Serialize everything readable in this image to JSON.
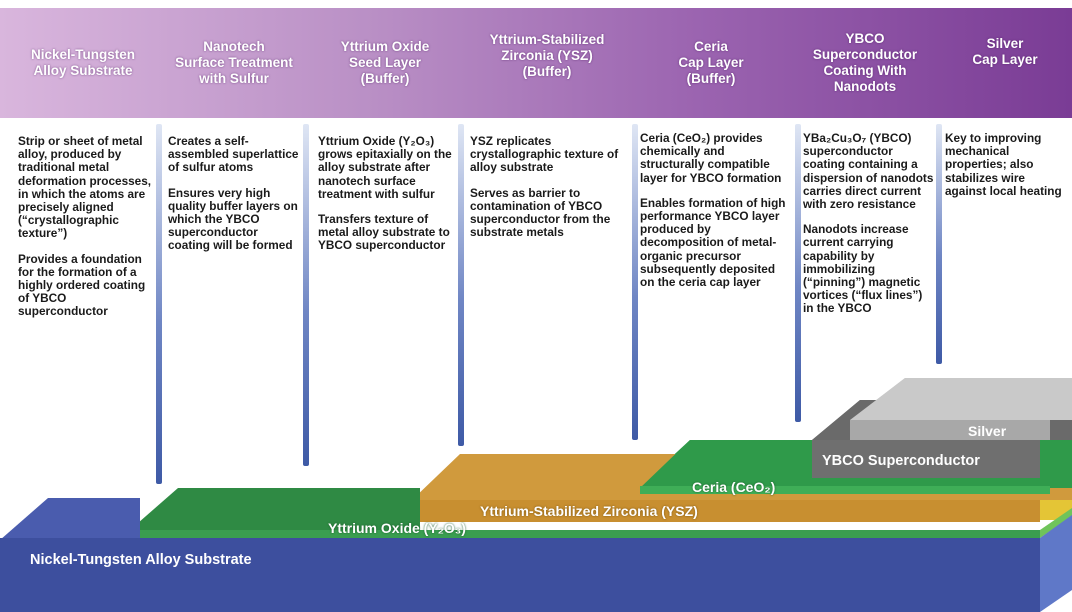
{
  "columns": [
    {
      "header": [
        "Nickel-Tungsten",
        "Alloy Substrate"
      ],
      "paragraphs": [
        "Strip or sheet of metal alloy, produced by traditional metal deformation processes, in which the atoms are precisely aligned (“crystallographic texture”)",
        "Provides a foundation for the formation of a highly ordered coating of YBCO superconductor"
      ]
    },
    {
      "header": [
        "Nanotech",
        "Surface Treatment",
        "with Sulfur"
      ],
      "paragraphs": [
        "Creates a self-assembled superlattice of sulfur atoms",
        "Ensures very high quality buffer layers on which the YBCO superconductor coating will be formed"
      ]
    },
    {
      "header": [
        "Yttrium Oxide",
        "Seed Layer",
        "(Buffer)"
      ],
      "paragraphs": [
        "Yttrium Oxide (Y₂O₃) grows epitaxially on the alloy substrate after nanotech surface treatment with sulfur",
        "Transfers texture of metal alloy substrate to YBCO superconductor"
      ]
    },
    {
      "header": [
        "Yttrium-Stabilized",
        "Zirconia (YSZ)",
        "(Buffer)"
      ],
      "paragraphs": [
        "YSZ replicates crystallographic texture of alloy substrate",
        "Serves as barrier to contamination of YBCO superconductor from the substrate metals"
      ]
    },
    {
      "header": [
        "Ceria",
        "Cap Layer",
        "(Buffer)"
      ],
      "paragraphs": [
        "Ceria (CeO₂) provides chemically and structurally compatible layer for YBCO formation",
        "Enables formation of high performance YBCO layer produced by decomposition of metal-organic precursor subsequently deposited on the ceria cap layer"
      ]
    },
    {
      "header": [
        "YBCO",
        "Superconductor",
        "Coating With",
        "Nanodots"
      ],
      "paragraphs": [
        "YBa₂Cu₃O₇ (YBCO) superconductor coating containing a dispersion of nanodots carries direct current with zero resistance",
        "Nanodots increase current carrying capability by immobilizing (“pinning”) magnetic vortices (“flux lines”) in the YBCO"
      ]
    },
    {
      "header": [
        "Silver",
        "Cap Layer"
      ],
      "paragraphs": [
        "Key to improving mechanical properties; also stabilizes wire against local heating"
      ]
    }
  ],
  "layers": {
    "substrate": "Nickel-Tungsten Alloy Substrate",
    "yttrium_oxide": "Yttrium Oxide (Y₂O₃)",
    "ysz": "Yttrium-Stabilized Zirconia (YSZ)",
    "ceria": "Ceria (CeO₂)",
    "ybco": "YBCO Superconductor",
    "silver": "Silver"
  },
  "colors": {
    "banner_left": "#d9b6dd",
    "banner_right": "#7a3c95",
    "substrate": "#3d4f9e",
    "yttrium_oxide": "#2f8a44",
    "ysz": "#cc9233",
    "ceria": "#2f9a4a",
    "ybco": "#6a6a6a",
    "silver": "#a8a8a8"
  }
}
